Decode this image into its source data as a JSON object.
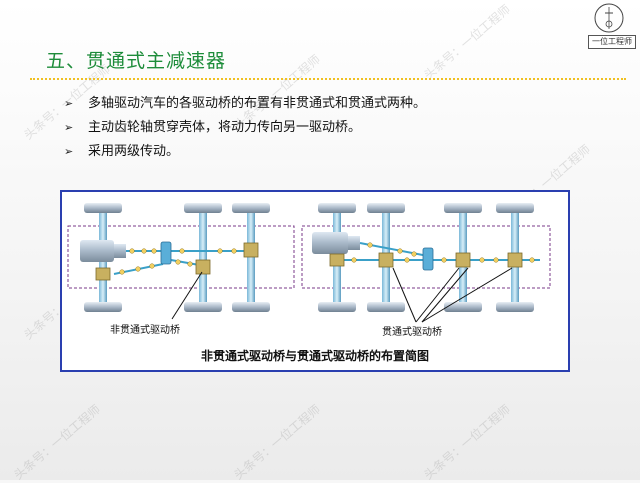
{
  "slide": {
    "title": "五、贯通式主减速器",
    "bullets": [
      "多轴驱动汽车的各驱动桥的布置有非贯通式和贯通式两种。",
      "主动齿轮轴贯穿壳体，将动力传向另一驱动桥。",
      "采用两级传动。"
    ],
    "bullet_icon": "arrow-bullet-icon"
  },
  "logo": {
    "text": "一位工程师",
    "icon": "engineer-logo-icon"
  },
  "figure": {
    "label_left": "非贯通式驱动桥",
    "label_right": "贯通式驱动桥",
    "caption": "非贯通式驱动桥与贯通式驱动桥的布置简图"
  },
  "watermark": {
    "text": "头条号：一位工程师"
  },
  "colors": {
    "title": "#1d8c3a",
    "frame": "#2a3fb0",
    "shaft": "#3aa0c8",
    "axle_box": "#c8b060",
    "dash": "#7a3a8a"
  }
}
